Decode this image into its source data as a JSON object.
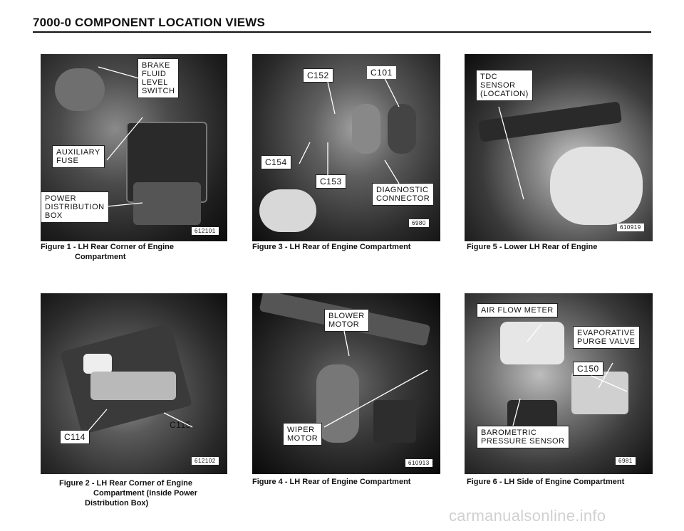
{
  "header": {
    "title": "7000-0   COMPONENT LOCATION VIEWS"
  },
  "figures": [
    {
      "caption_line1": "Figure 1 - LH Rear Corner of Engine",
      "caption_line2": "Compartment",
      "photo_number": "612101",
      "labels": [
        "BRAKE\nFLUID\nLEVEL\nSWITCH",
        "AUXILIARY\nFUSE",
        "POWER\nDISTRIBUTION\nBOX"
      ]
    },
    {
      "caption_line1": "Figure 2 - LH Rear Corner of Engine",
      "caption_line2": "Compartment (Inside Power",
      "caption_line3": "Distribution Box)",
      "photo_number": "612102",
      "labels": [
        "C115",
        "C114"
      ]
    },
    {
      "caption_line1": "Figure 3 - LH Rear of Engine Compartment",
      "photo_number": "6980",
      "labels": [
        "C152",
        "C101",
        "C154",
        "C153",
        "DIAGNOSTIC\nCONNECTOR"
      ]
    },
    {
      "caption_line1": "Figure 4 - LH Rear of Engine Compartment",
      "photo_number": "610913",
      "labels": [
        "BLOWER\nMOTOR",
        "WIPER\nMOTOR"
      ]
    },
    {
      "caption_line1": "Figure 5 - Lower LH Rear of Engine",
      "photo_number": "610919",
      "labels": [
        "TDC\nSENSOR\n(LOCATION)"
      ]
    },
    {
      "caption_line1": "Figure 6 - LH Side of Engine Compartment",
      "photo_number": "6981",
      "labels": [
        "AIR FLOW METER",
        "EVAPORATIVE\nPURGE VALVE",
        "C150",
        "BAROMETRIC\nPRESSURE SENSOR"
      ]
    }
  ],
  "footer": {
    "watermark": "carmanualsonline.info"
  }
}
